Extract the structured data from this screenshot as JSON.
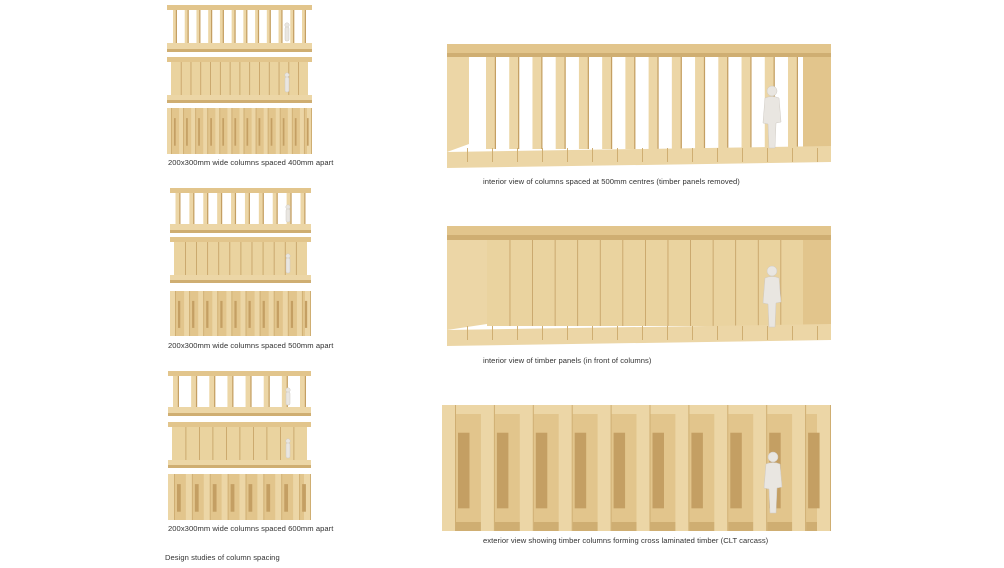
{
  "study_groups": [
    {
      "caption": "200x300mm wide columns spaced 400mm apart",
      "columns": 12
    },
    {
      "caption": "200x300mm wide columns spaced 500mm apart",
      "columns": 10
    },
    {
      "caption": "200x300mm wide columns spaced 600mm apart",
      "columns": 8
    }
  ],
  "section_title": "Design studies of column spacing",
  "large_views": [
    {
      "caption": "interior view of columns spaced at 500mm centres (timber panels removed)"
    },
    {
      "caption": "interior view of timber panels (in front of columns)"
    },
    {
      "caption": "exterior view showing timber columns forming cross laminated timber (CLT carcass)"
    }
  ]
}
